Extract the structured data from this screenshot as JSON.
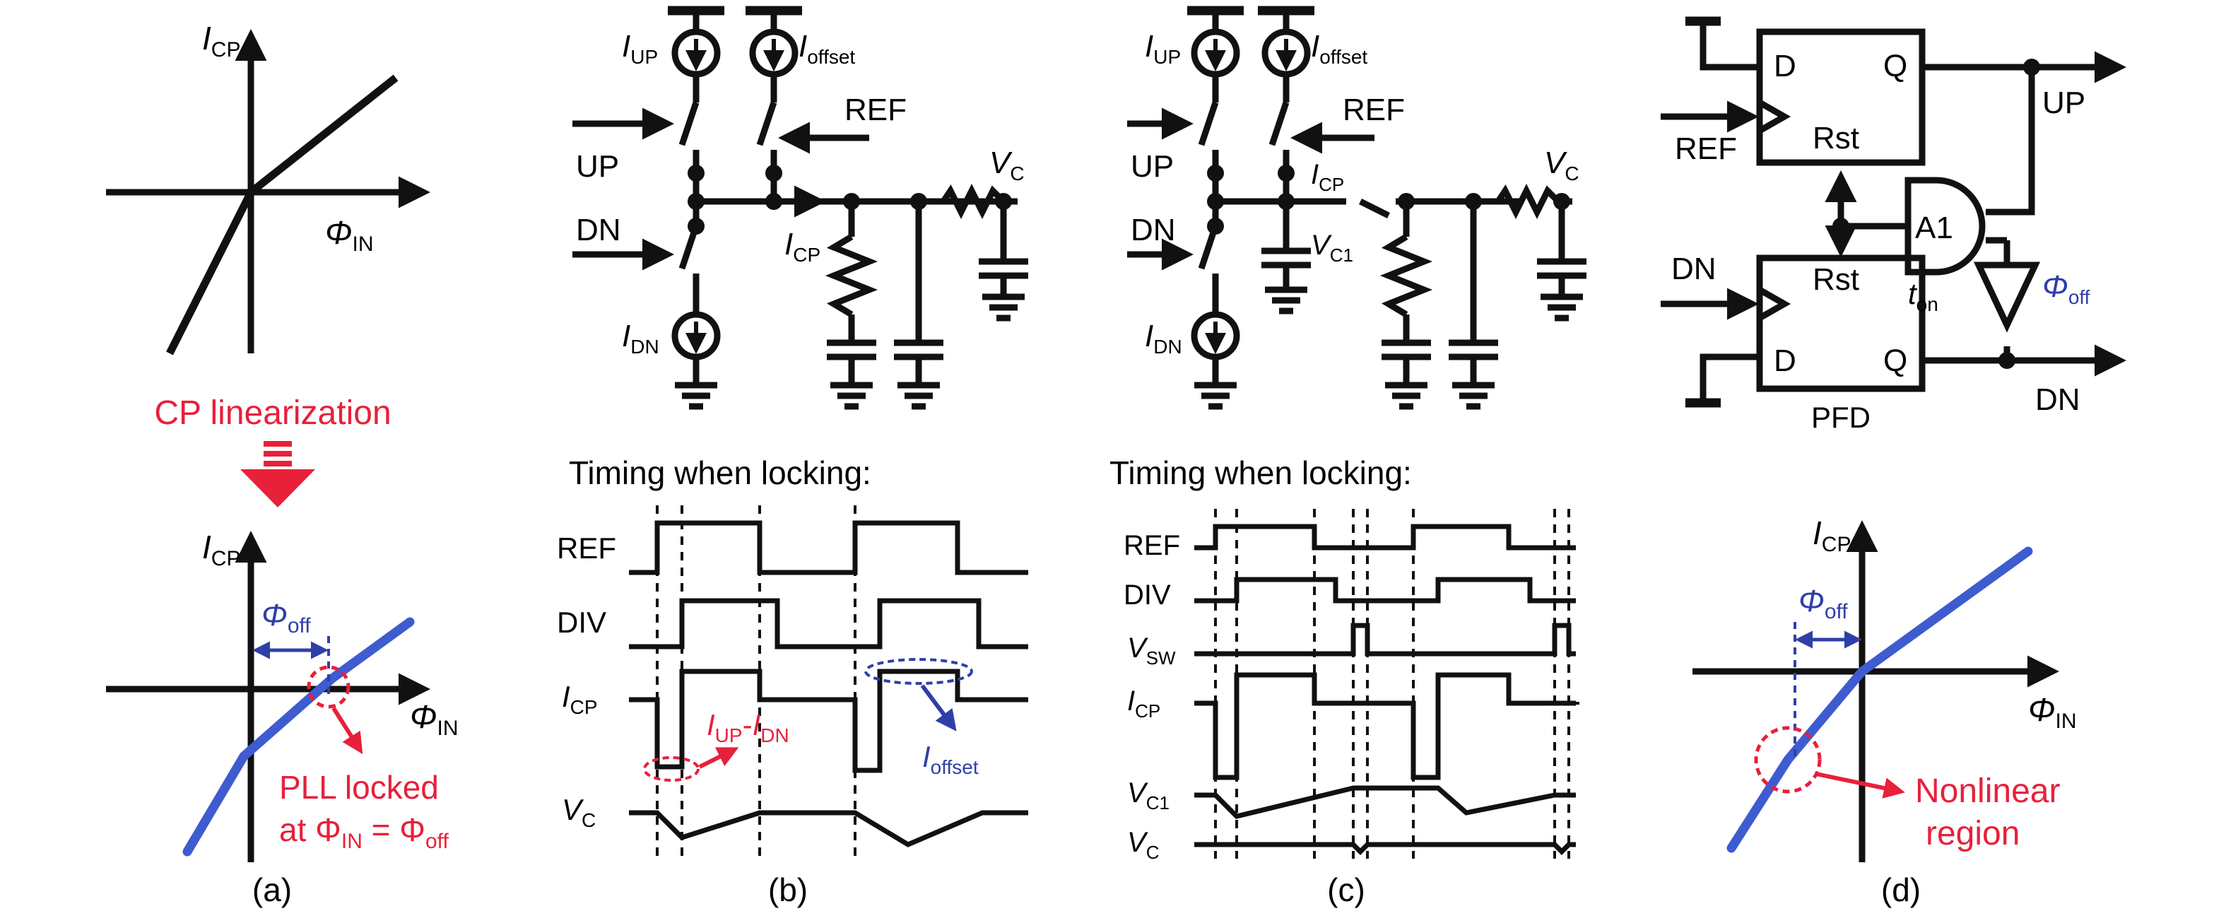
{
  "colors": {
    "ink": "#111111",
    "red": "#e8203a",
    "blue": "#2f3fa8",
    "curve": "#3f5bd0"
  },
  "panel_a": {
    "caption": "(a)",
    "y_label_main": "I",
    "y_label_sub": "CP",
    "x_label_main": "Φ",
    "x_label_sub": "IN",
    "arrow_text": "CP linearization",
    "phi_off_main": "Φ",
    "phi_off_sub": "off",
    "locked_line1": "PLL locked",
    "locked_line2_a": "at Φ",
    "locked_line2_sub1": "IN",
    "locked_line2_b": " = Φ",
    "locked_line2_sub2": "off"
  },
  "panel_b": {
    "caption": "(b)",
    "i_up": "I",
    "i_up_sub": "UP",
    "i_offset": "I",
    "i_offset_sub": "offset",
    "ref": "REF",
    "up": "UP",
    "dn": "DN",
    "i_cp": "I",
    "i_cp_sub": "CP",
    "vc": "V",
    "vc_sub": "C",
    "i_dn": "I",
    "i_dn_sub": "DN",
    "timing_title": "Timing when locking:",
    "t_ref": "REF",
    "t_div": "DIV",
    "t_icp": "I",
    "t_icp_sub": "CP",
    "t_vc": "V",
    "t_vc_sub": "C",
    "ann_iup": "I",
    "ann_iup_sub": "UP",
    "ann_minus": "-",
    "ann_idn": "I",
    "ann_idn_sub": "DN",
    "ann_ioff": "I",
    "ann_ioff_sub": "offset"
  },
  "panel_c": {
    "caption": "(c)",
    "i_up": "I",
    "i_up_sub": "UP",
    "i_offset": "I",
    "i_offset_sub": "offset",
    "ref": "REF",
    "up": "UP",
    "dn": "DN",
    "i_cp": "I",
    "i_cp_sub": "CP",
    "vc1": "V",
    "vc1_sub": "C1",
    "vc": "V",
    "vc_sub": "C",
    "i_dn": "I",
    "i_dn_sub": "DN",
    "timing_title": "Timing when locking:",
    "t_ref": "REF",
    "t_div": "DIV",
    "t_vsw": "V",
    "t_vsw_sub": "SW",
    "t_icp": "I",
    "t_icp_sub": "CP",
    "t_vc1": "V",
    "t_vc1_sub": "C1",
    "t_vc": "V",
    "t_vc_sub": "C"
  },
  "panel_d": {
    "caption": "(d)",
    "d_top": "D",
    "q_top": "Q",
    "rst_top": "Rst",
    "ref": "REF",
    "up": "UP",
    "a1": "A1",
    "t_on": "t",
    "t_on_sub": "on",
    "phi_off_main": "Φ",
    "phi_off_sub": "off",
    "dn_in": "DN",
    "rst_bot": "Rst",
    "d_bot": "D",
    "q_bot": "Q",
    "pfd": "PFD",
    "dn_out": "DN",
    "y_label_main": "I",
    "y_label_sub": "CP",
    "x_label_main": "Φ",
    "x_label_sub": "IN",
    "phi2_main": "Φ",
    "phi2_sub": "off",
    "nonlinear1": "Nonlinear",
    "nonlinear2": "region"
  }
}
